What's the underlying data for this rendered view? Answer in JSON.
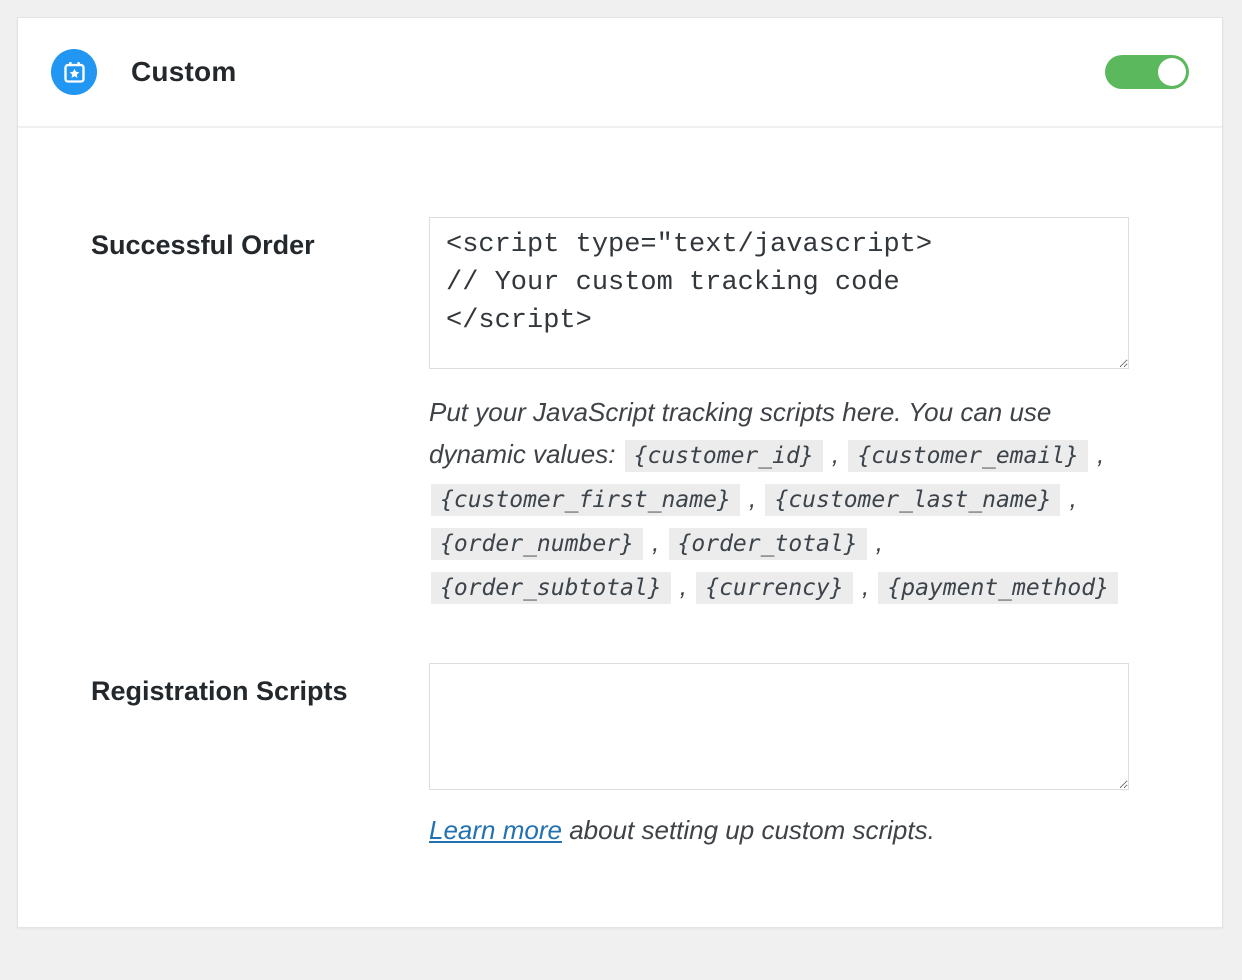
{
  "header": {
    "title": "Custom",
    "icon": "calendar-star-icon",
    "toggle_state": "on"
  },
  "colors": {
    "icon_bg": "#2196f3",
    "toggle_on": "#5cb85c",
    "link": "#2271b1",
    "code_bg": "#ececec",
    "page_bg": "#f0f0f1"
  },
  "fields": {
    "successful_order": {
      "label": "Successful Order",
      "value": "<script type=\"text/javascript>\n// Your custom tracking code\n</script>",
      "help_intro": "Put your JavaScript tracking scripts here. You can use dynamic values: ",
      "tokens": [
        "{customer_id}",
        "{customer_email}",
        "{customer_first_name}",
        "{customer_last_name}",
        "{order_number}",
        "{order_total}",
        "{order_subtotal}",
        "{currency}",
        "{payment_method}"
      ],
      "token_separator": " , "
    },
    "registration_scripts": {
      "label": "Registration Scripts",
      "value": ""
    }
  },
  "footer": {
    "link_label": "Learn more",
    "text": " about setting up custom scripts."
  }
}
